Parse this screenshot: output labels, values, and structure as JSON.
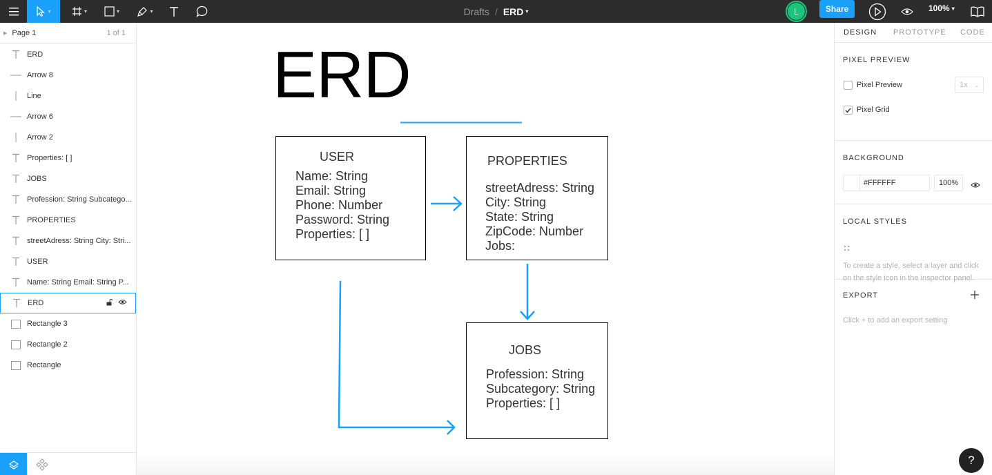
{
  "toolbar": {
    "breadcrumb_root": "Drafts",
    "separator": "/",
    "file_name": "ERD",
    "avatar_initial": "L",
    "share_label": "Share",
    "zoom_value": "100%"
  },
  "left_panel": {
    "page_name": "Page 1",
    "page_count": "1 of 1",
    "layers": [
      {
        "name": "ERD",
        "icon": "text-icon"
      },
      {
        "name": "Arrow 8",
        "icon": "line-icon"
      },
      {
        "name": "Line",
        "icon": "vertical-line-icon"
      },
      {
        "name": "Arrow 6",
        "icon": "line-icon"
      },
      {
        "name": "Arrow 2",
        "icon": "vertical-line-icon"
      },
      {
        "name": "Properties: [ ]",
        "icon": "text-icon"
      },
      {
        "name": "JOBS",
        "icon": "text-icon"
      },
      {
        "name": "Profession: String Subcatego...",
        "icon": "text-icon"
      },
      {
        "name": "PROPERTIES",
        "icon": "text-icon"
      },
      {
        "name": "streetAdress: String City: Stri...",
        "icon": "text-icon"
      },
      {
        "name": "USER",
        "icon": "text-icon"
      },
      {
        "name": "Name: String Email: String P...",
        "icon": "text-icon"
      },
      {
        "name": "ERD",
        "icon": "text-icon",
        "selected": true
      },
      {
        "name": "Rectangle 3",
        "icon": "rectangle-icon"
      },
      {
        "name": "Rectangle 2",
        "icon": "rectangle-icon"
      },
      {
        "name": "Rectangle",
        "icon": "rectangle-icon"
      }
    ]
  },
  "canvas": {
    "title": "ERD",
    "user": {
      "header": "USER",
      "fields": [
        "Name:  String",
        "Email: String",
        "Phone: Number",
        "Password: String",
        "Properties: [ ]"
      ]
    },
    "properties": {
      "header": "PROPERTIES",
      "fields": [
        "streetAdress: String",
        "City: String",
        "State: String",
        "ZipCode: Number",
        "Jobs:"
      ]
    },
    "jobs": {
      "header": "JOBS",
      "fields": [
        "Profession: String",
        "Subcategory: String",
        "Properties: [ ]"
      ]
    },
    "accent_color": "#18a0fb"
  },
  "right_panel": {
    "tabs": [
      "DESIGN",
      "PROTOTYPE",
      "CODE"
    ],
    "pixel_preview": {
      "title": "PIXEL PREVIEW",
      "preview_label": "Pixel Preview",
      "preview_checked": false,
      "scale_value": "1x",
      "grid_label": "Pixel Grid",
      "grid_checked": true
    },
    "background": {
      "title": "BACKGROUND",
      "color_hex": "#FFFFFF",
      "opacity": "100%"
    },
    "local_styles": {
      "title": "LOCAL STYLES",
      "hint_line1": "To create a style, select a layer and click",
      "hint_line2": "on the style icon in the inspector panel."
    },
    "export": {
      "title": "EXPORT",
      "hint": "Click + to add an export setting"
    }
  },
  "help_label": "?"
}
